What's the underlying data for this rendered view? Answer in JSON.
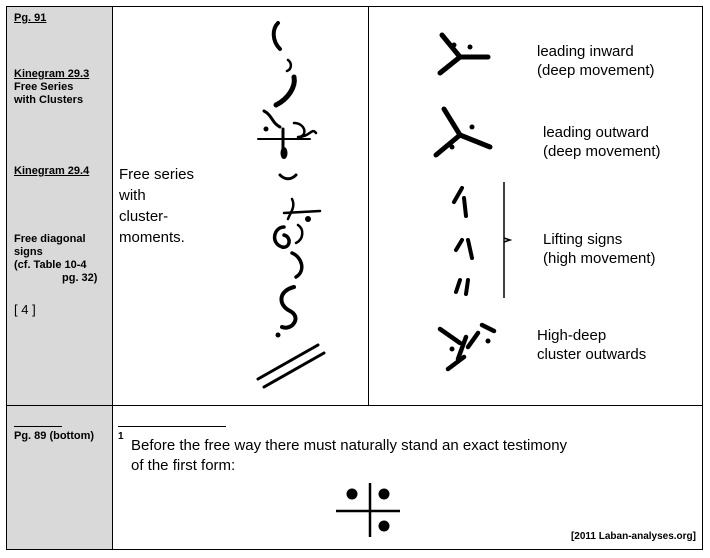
{
  "sidebar": {
    "page_ref": "Pg. 91",
    "kinegram_1": "Kinegram 29.3",
    "kinegram_1_sub_1": "Free Series",
    "kinegram_1_sub_2": "with Clusters",
    "kinegram_2": "Kinegram 29.4",
    "diag_line_1": "Free diagonal",
    "diag_line_2": "signs",
    "diag_line_3": "(cf. Table 10-4",
    "diag_line_4": "pg. 32)",
    "ref_number": "[ 4 ]",
    "footnote_page": "Pg. 89 (bottom)"
  },
  "left_panel": {
    "caption_lines": [
      "Free series",
      "with",
      "cluster-",
      "moments."
    ]
  },
  "right_panel": {
    "labels": [
      {
        "line1": "leading inward",
        "line2": "(deep movement)"
      },
      {
        "line1": "leading outward",
        "line2": "(deep movement)"
      },
      {
        "line1": "Lifting signs",
        "line2": "(high movement)"
      },
      {
        "line1": "High-deep",
        "line2": "cluster outwards"
      }
    ]
  },
  "footnote": {
    "number": "1",
    "line1": "Before the free way there must naturally stand an exact testimony",
    "line2": "of the first form:"
  },
  "credit": "[2011 Laban-analyses.org]"
}
